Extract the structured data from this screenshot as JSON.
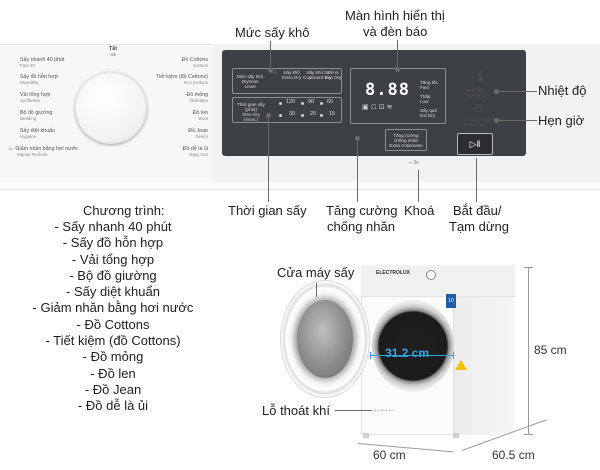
{
  "panel": {
    "knob_off": "Tắt",
    "knob_off_sub": "Off",
    "left_programs": [
      {
        "label": "Sấy nhanh 40 phút",
        "sub": "Fast 40"
      },
      {
        "label": "Sấy đồ hỗn hợp",
        "sub": "MixedDry"
      },
      {
        "label": "Vải tổng hợp",
        "sub": "Synthetics"
      },
      {
        "label": "Bộ đồ giường",
        "sub": "Bedding"
      },
      {
        "label": "Sấy diệt khuẩn",
        "sub": "Hygiene"
      },
      {
        "label": "Giảm nhăn bằng hơi nước",
        "sub": "Vapour Refresh"
      }
    ],
    "right_programs": [
      {
        "label": "Đồ Cottons",
        "sub": "Cottons"
      },
      {
        "label": "Tiết kiệm (đồ Cottons)",
        "sub": "Eco Cottons"
      },
      {
        "label": "Đồ mỏng",
        "sub": "Delicates"
      },
      {
        "label": "Đồ len",
        "sub": "Wool"
      },
      {
        "label": "Đồ Jean",
        "sub": "Denim"
      },
      {
        "label": "Đồ dễ là ủi",
        "sub": "Easy Iron"
      }
    ],
    "dryness_label": "Mức sấy khô",
    "dryness_sub": "Dryness Level",
    "dryness_options": [
      {
        "label": "Sấy khô",
        "sub": "Extra Dry"
      },
      {
        "label": "Sấy khô tủ",
        "sub": "Cupboard Dry"
      },
      {
        "label": "Để ủi",
        "sub": "Iron Dry"
      }
    ],
    "time_label": "Thời gian sấy (phút)",
    "time_sub": "Time Dry (mins.)",
    "time_values": [
      "120",
      "90",
      "60",
      "30",
      "20",
      "15"
    ],
    "display_digits": "8.88",
    "fast_label": "Tăng tốc",
    "fast_sub": "Fast",
    "low_label": "Thấp",
    "low_sub": "Low",
    "delay_info_label": "Sấy quá",
    "delay_info_sub": "Ext Dry",
    "anticrease_label": "Tăng cường chống nhăn",
    "anticrease_sub": "Extra Anticrease",
    "temp_label": "Nhiệt độ",
    "temp_sub": "Dry Temp",
    "delay_label": "Trì hoãn khởi động",
    "delay_sub": "Delay Start",
    "start_symbol": "▷‖",
    "lock_mark": "3s"
  },
  "callouts": {
    "dryness": "Mức sấy khô",
    "display": "Màn hình hiển thị",
    "display2": "và đèn báo",
    "temperature": "Nhiệt độ",
    "delay": "Hẹn giờ",
    "time_dry": "Thời gian sấy",
    "anticrease1": "Tăng cường",
    "anticrease2": "chống nhăn",
    "lock": "Khoá",
    "start1": "Bắt đầu/",
    "start2": "Tạm dừng",
    "door": "Cửa máy sấy",
    "vent": "Lỗ thoát khí"
  },
  "programs": {
    "title": "Chương trình:",
    "items": [
      "- Sấy nhanh 40 phút",
      "- Sấy đồ hỗn hợp",
      "- Vải tổng hợp",
      "- Bộ đồ giường",
      "- Sấy diệt khuẩn",
      "- Giảm nhăn bằng hơi nước",
      "- Đồ Cottons",
      "- Tiết kiệm (đồ Cottons)",
      "- Đồ mỏng",
      "- Đồ len",
      "- Đồ Jean",
      "- Đồ dễ là ủi"
    ]
  },
  "dryer": {
    "brand": "ELECTROLUX",
    "energy": "10",
    "diameter": "31.2 cm",
    "height": "85 cm",
    "width": "60 cm",
    "depth": "60.5 cm"
  },
  "colors": {
    "dark_panel": "#3d4045",
    "diameter_accent": "#2fa6e6",
    "warning": "#f2c200"
  }
}
